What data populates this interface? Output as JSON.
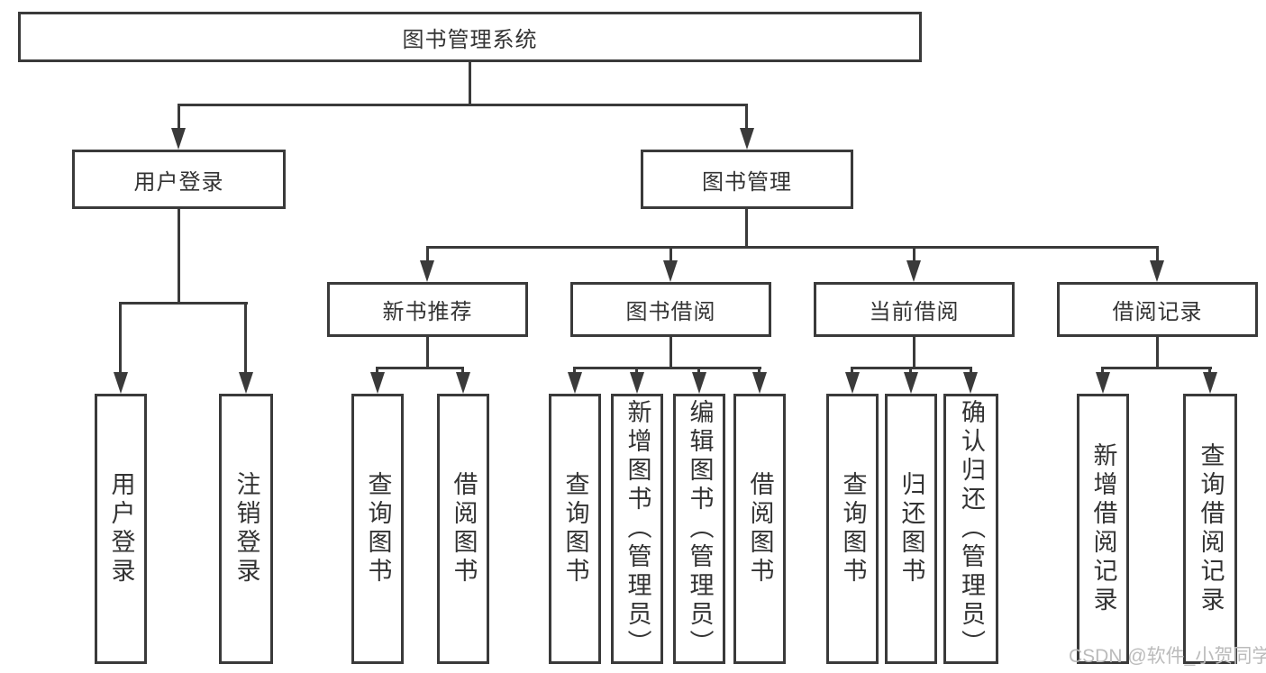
{
  "colors": {
    "line": "#3a3a3a",
    "text": "#333333",
    "watermark": "#bbbbbb",
    "background": "#ffffff"
  },
  "root": {
    "label": "图书管理系统"
  },
  "branches": {
    "user_login": {
      "label": "用户登录",
      "children": {
        "login": "用户登录",
        "logout": "注销登录"
      }
    },
    "book_management": {
      "label": "图书管理",
      "sections": {
        "new_book_recommend": {
          "label": "新书推荐",
          "children": {
            "query_books": "查询图书",
            "borrow_books": "借阅图书"
          }
        },
        "book_borrowing": {
          "label": "图书借阅",
          "children": {
            "query_books": "查询图书",
            "add_books": "新增图书（管理员）",
            "edit_books": "编辑图书（管理员）",
            "borrow_books": "借阅图书"
          }
        },
        "current_borrowing": {
          "label": "当前借阅",
          "children": {
            "query_books": "查询图书",
            "return_books": "归还图书",
            "confirm_return": "确认归还（管理员）"
          }
        },
        "borrowing_records": {
          "label": "借阅记录",
          "children": {
            "add_record": "新增借阅记录",
            "query_record": "查询借阅记录"
          }
        }
      }
    }
  },
  "watermark": "CSDN @软件_小贺同学"
}
